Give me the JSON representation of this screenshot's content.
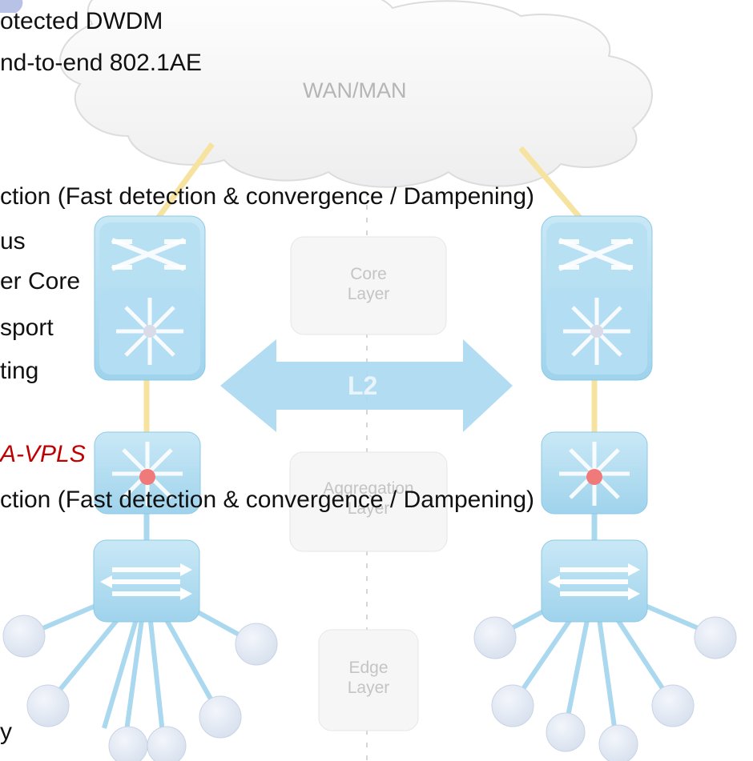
{
  "cloud": {
    "label": "WAN/MAN"
  },
  "center_arrow": {
    "label": "L2"
  },
  "layers": {
    "core": {
      "line1": "Core",
      "line2": "Layer"
    },
    "aggregation": {
      "line1": "Aggregation",
      "line2": "Layer"
    },
    "edge": {
      "line1": "Edge",
      "line2": "Layer"
    }
  },
  "text_lines": [
    "otected DWDM",
    "nd-to-end  802.1AE",
    "ction (Fast detection & convergence / Dampening)",
    "us",
    "er Core",
    "sport",
    "ting",
    "A-VPLS",
    "ction (Fast detection & convergence / Dampening)",
    "y"
  ],
  "colors": {
    "device_blue": "#a9d8ef",
    "link_yellow": "#f7e3a0",
    "emphasis_red": "#c00000"
  },
  "icons": [
    "cloud-icon",
    "optical-switch-icon",
    "multilayer-switch-icon",
    "layer2-switch-icon",
    "bidirectional-arrow-icon",
    "host-node-icon"
  ]
}
